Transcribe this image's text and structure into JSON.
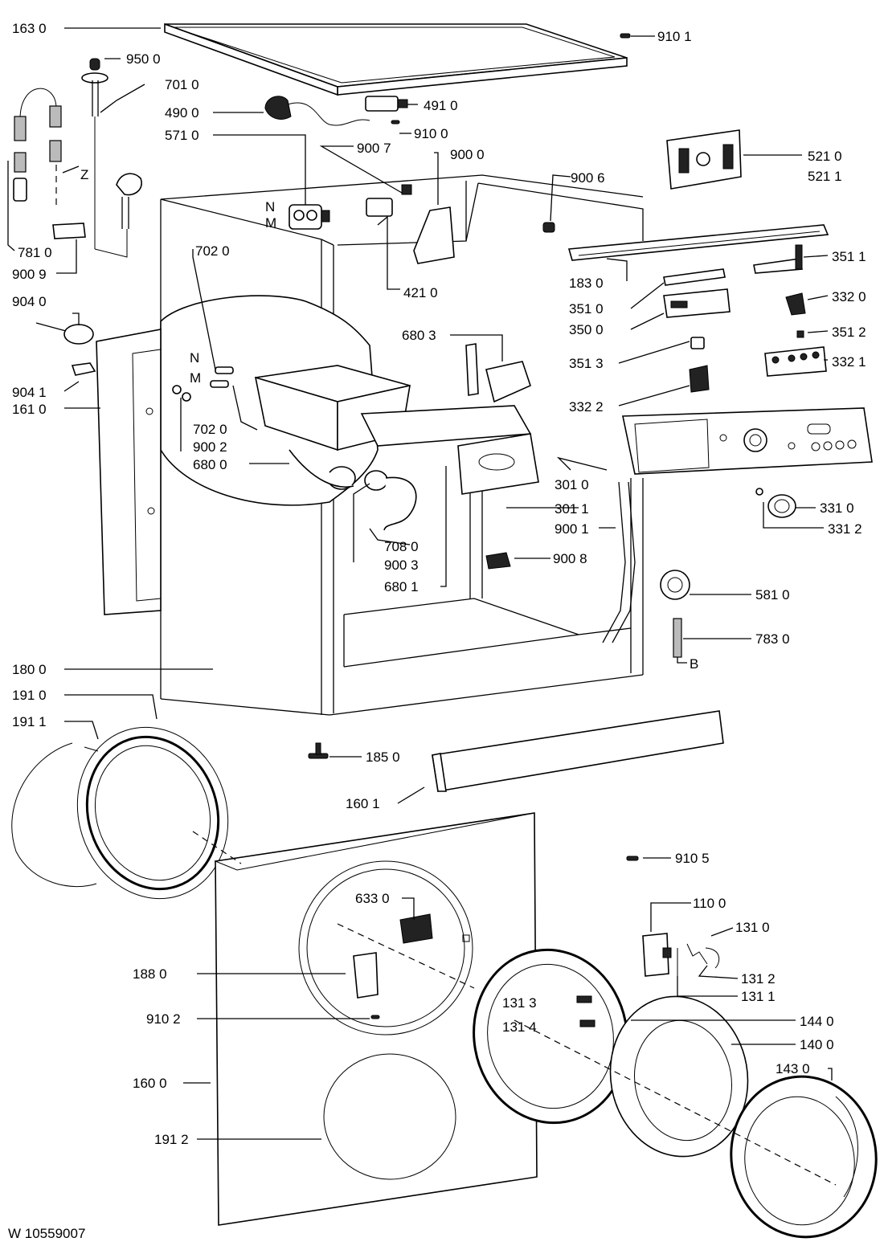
{
  "document_code": "W 10559007",
  "labels": {
    "l1630": "163 0",
    "l9101": "910 1",
    "l9500": "950 0",
    "l7010": "701 0",
    "l4900": "490 0",
    "l4910": "491 0",
    "l9100": "910 0",
    "l5710": "571 0",
    "l9007": "900 7",
    "l9000": "900 0",
    "l5210": "521 0",
    "l5211": "521 1",
    "lZ": "Z",
    "lN1": "N",
    "lM1": "M",
    "l9006": "900 6",
    "l7810": "781 0",
    "l7020a": "702 0",
    "l9009": "900 9",
    "l1830": "183 0",
    "l3511": "351 1",
    "l4210": "421 0",
    "l9040": "904 0",
    "l3510": "351 0",
    "l3320": "332 0",
    "l3500": "350 0",
    "l6803": "680 3",
    "l3512": "351 2",
    "lN2": "N",
    "lM2": "M",
    "l3513": "351 3",
    "l3321": "332 1",
    "l9041": "904 1",
    "l1610": "161 0",
    "l3322": "332 2",
    "l7020b": "702 0",
    "l9002": "900 2",
    "l6800": "680 0",
    "l3010": "301 0",
    "l3011": "301 1",
    "l3310": "331 0",
    "l9001": "900 1",
    "l3312": "331 2",
    "l7080": "708 0",
    "l9003": "900 3",
    "l9008": "900 8",
    "l6801": "680 1",
    "l5810": "581 0",
    "l7830": "783 0",
    "lB": "B",
    "l1800": "180 0",
    "l1910": "191 0",
    "l1911": "191 1",
    "l1850": "185 0",
    "l1601": "160 1",
    "l9105": "910 5",
    "l6330": "633 0",
    "l1100": "110 0",
    "l1310": "131 0",
    "l1880": "188 0",
    "l1312": "131 2",
    "l1311": "131 1",
    "l1313": "131 3",
    "l9102": "910 2",
    "l1440": "144 0",
    "l1314": "131 4",
    "l1400": "140 0",
    "l1430": "143 0",
    "l1600": "160 0",
    "l1912": "191 2"
  }
}
